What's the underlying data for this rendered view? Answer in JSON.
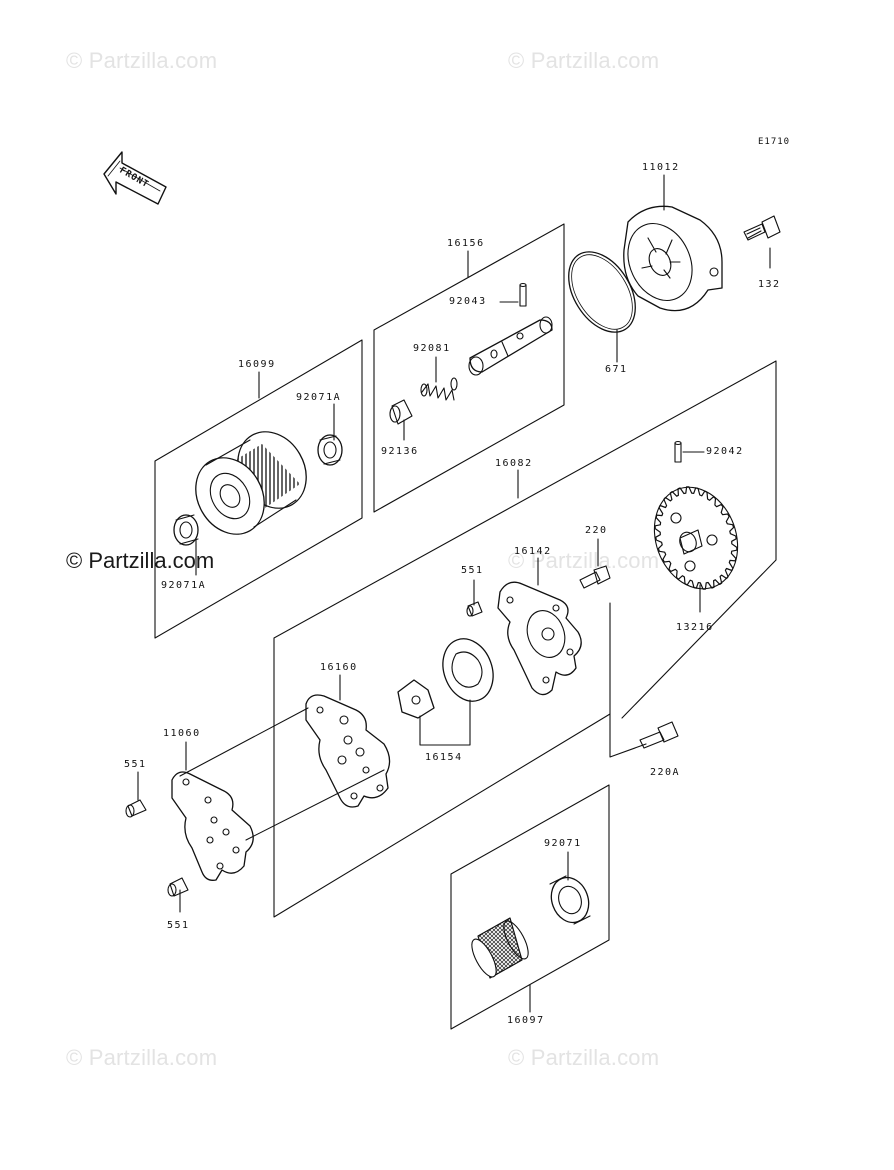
{
  "watermarks": {
    "top_left": "© Partzilla.com",
    "top_right": "© Partzilla.com",
    "middle": "© Partzilla.com",
    "bottom_left": "© Partzilla.com",
    "bottom_right": "© Partzilla.com"
  },
  "diagram_code": "E1710",
  "front_arrow_label": "FRONT",
  "parts": {
    "p11012": "11012",
    "p132": "132",
    "p16156": "16156",
    "p92043": "92043",
    "p92081": "92081",
    "p92136": "92136",
    "p671": "671",
    "p16099": "16099",
    "p92071A_top": "92071A",
    "p92071A_bottom": "92071A",
    "p16082": "16082",
    "p92042": "92042",
    "p220": "220",
    "p16142": "16142",
    "p551_top": "551",
    "p13216": "13216",
    "p16160": "16160",
    "p16154": "16154",
    "p11060": "11060",
    "p551_left": "551",
    "p551_bottom": "551",
    "p220A": "220A",
    "p92071": "92071",
    "p16097": "16097"
  }
}
